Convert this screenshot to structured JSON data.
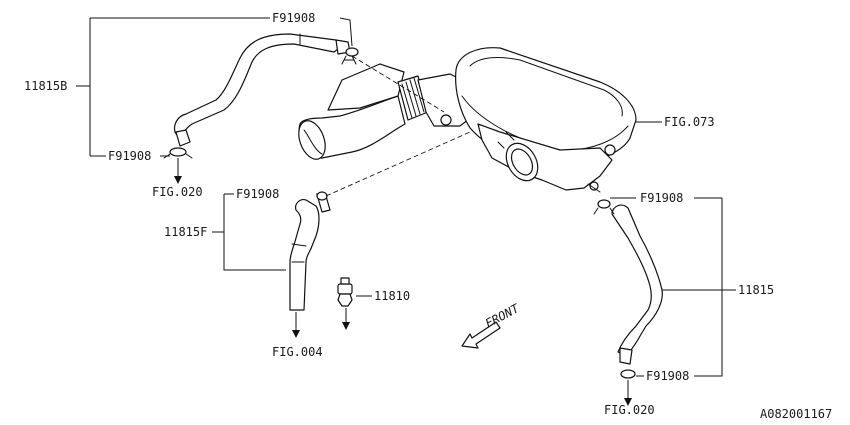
{
  "labels": {
    "part_11815b": "11815B",
    "part_11815f": "11815F",
    "part_11815": "11815",
    "part_11810": "11810",
    "clamp_top": "F91908",
    "clamp_left_bottom": "F91908",
    "clamp_mid": "F91908",
    "clamp_right_top": "F91908",
    "clamp_right_bottom": "F91908",
    "fig_073": "FIG.073",
    "fig_020_left": "FIG.020",
    "fig_004": "FIG.004",
    "fig_020_right": "FIG.020",
    "front": "FRONT",
    "diagram_code": "A082001167"
  }
}
